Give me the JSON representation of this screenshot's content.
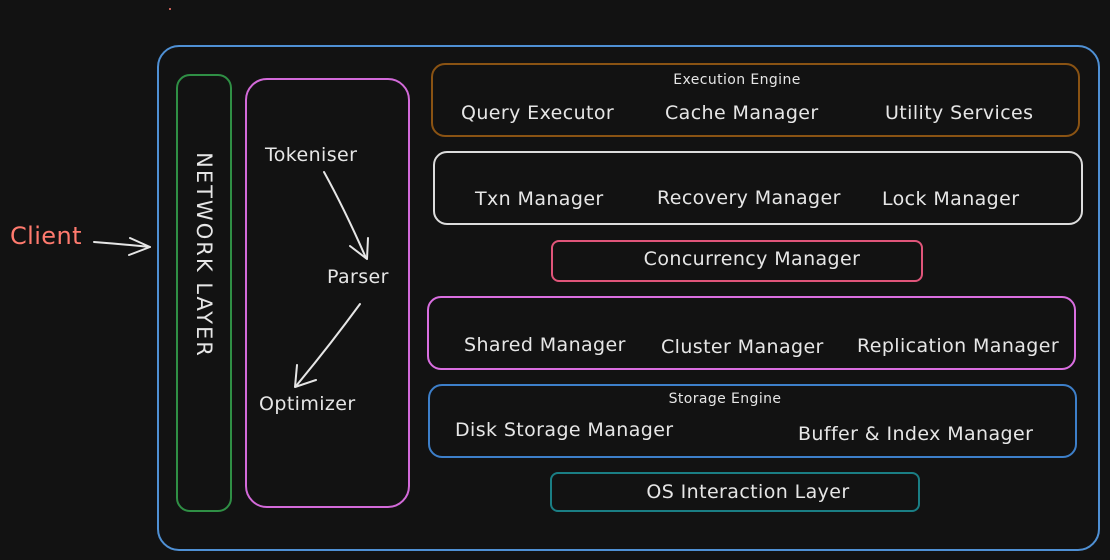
{
  "client": {
    "label": "Client"
  },
  "network": {
    "label": "NETWORK LAYER"
  },
  "query_pipeline": {
    "steps": [
      "Tokeniser",
      "Parser",
      "Optimizer"
    ]
  },
  "execution_engine": {
    "title": "Execution Engine",
    "items": [
      "Query Executor",
      "Cache Manager",
      "Utility Services"
    ]
  },
  "transaction": {
    "items": [
      "Txn Manager",
      "Recovery Manager",
      "Lock Manager"
    ]
  },
  "concurrency": {
    "label": "Concurrency Manager"
  },
  "distribution": {
    "items": [
      "Shared Manager",
      "Cluster Manager",
      "Replication Manager"
    ]
  },
  "storage_engine": {
    "title": "Storage Engine",
    "items": [
      "Disk Storage Manager",
      "Buffer & Index Manager"
    ]
  },
  "os_layer": {
    "label": "OS Interaction Layer"
  },
  "colors": {
    "background": "#121212",
    "outer": "#4f90d4",
    "network": "#2f8f45",
    "query_pipeline": "#d36ad9",
    "execution": "#8a5313",
    "transaction": "#dcdcdc",
    "concurrency": "#e0557a",
    "distribution": "#d96ee0",
    "storage": "#3d7fc9",
    "os": "#1a7e84",
    "client": "#ff7a6e"
  }
}
